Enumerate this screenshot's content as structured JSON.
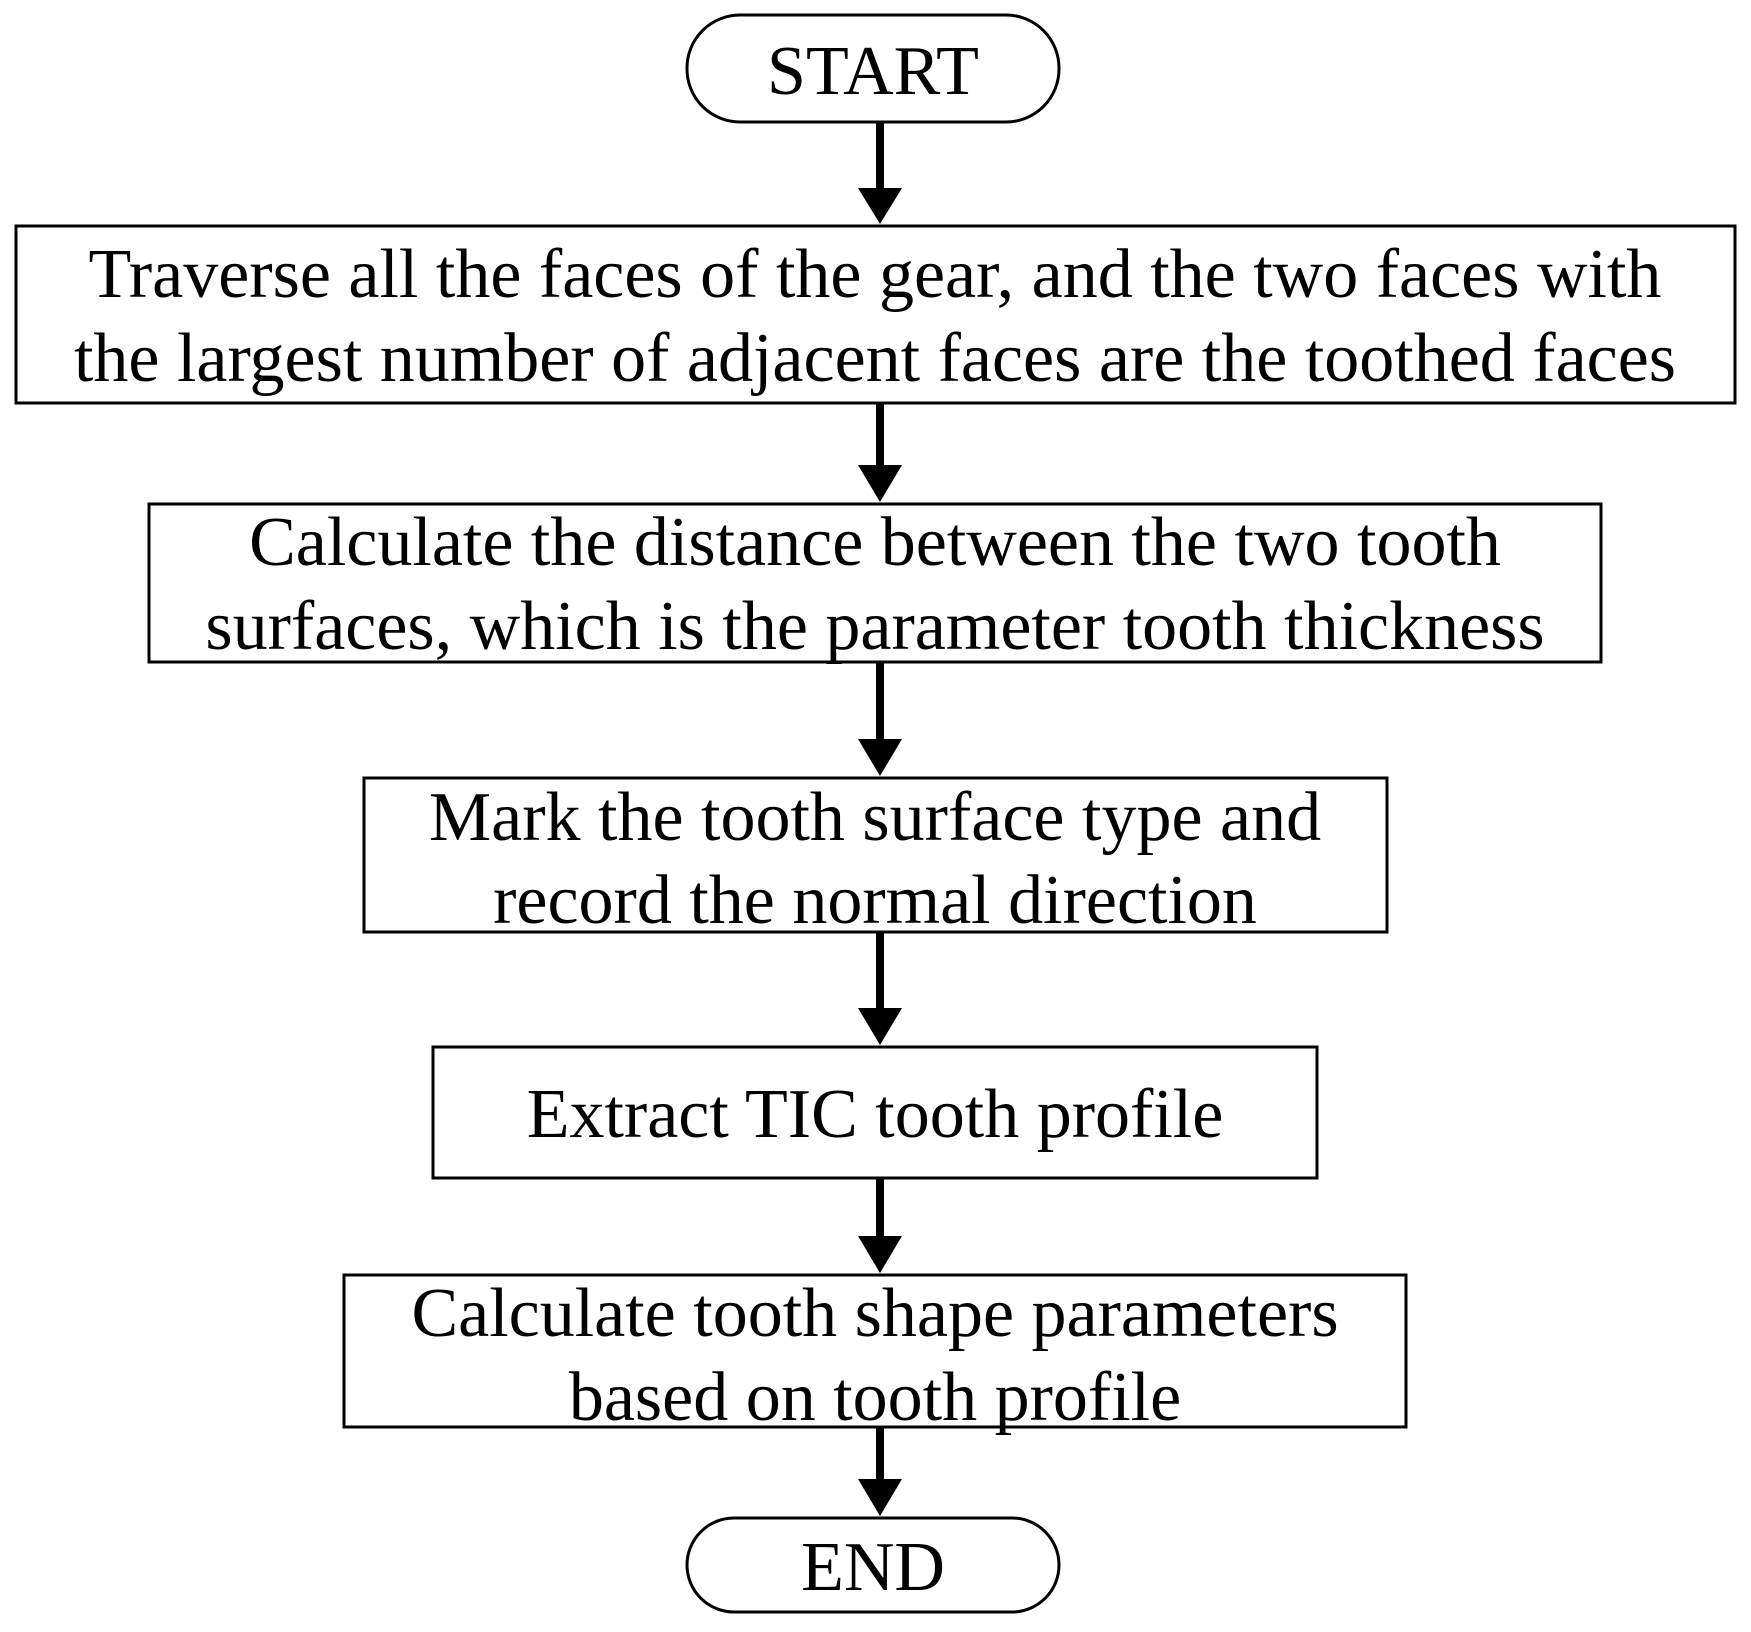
{
  "flowchart": {
    "start": "START",
    "end": "END",
    "steps": [
      {
        "lines": [
          "Traverse all the faces of the gear, and the two faces with",
          "the largest number of adjacent faces are the toothed faces"
        ]
      },
      {
        "lines": [
          "Calculate the distance between the two tooth",
          "surfaces, which is the parameter tooth thickness"
        ]
      },
      {
        "lines": [
          "Mark the tooth surface type and",
          "record the normal direction"
        ]
      },
      {
        "lines": [
          "Extract TIC tooth profile"
        ]
      },
      {
        "lines": [
          "Calculate tooth shape parameters",
          "based on tooth profile"
        ]
      }
    ]
  }
}
